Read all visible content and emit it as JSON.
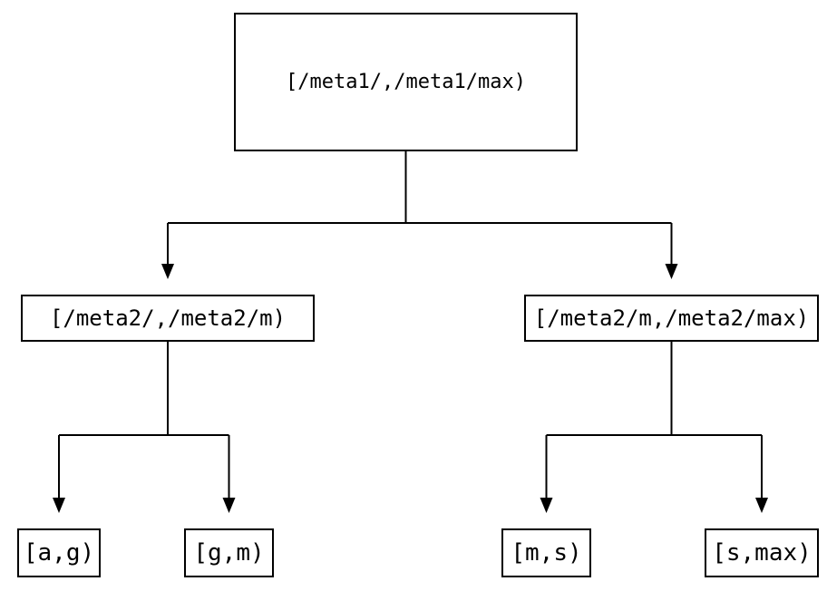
{
  "diagram": {
    "type": "tree",
    "description": "Interval partition tree",
    "colors": {
      "background": "#ffffff",
      "node_border": "#000000",
      "node_fill": "#ffffff",
      "edge_stroke": "#000000",
      "text": "#000000"
    },
    "nodes": {
      "root": {
        "label": "[/meta1/,/meta1/max)"
      },
      "left": {
        "label": "[/meta2/,/meta2/m)"
      },
      "right": {
        "label": "[/meta2/m,/meta2/max)"
      },
      "leaf_ag": {
        "label": "[a,g)"
      },
      "leaf_gm": {
        "label": "[g,m)"
      },
      "leaf_ms": {
        "label": "[m,s)"
      },
      "leaf_smax": {
        "label": "[s,max)"
      }
    },
    "edges": [
      {
        "from": "root",
        "to": "left",
        "arrow": "down"
      },
      {
        "from": "root",
        "to": "right",
        "arrow": "down"
      },
      {
        "from": "left",
        "to": "leaf_ag",
        "arrow": "down"
      },
      {
        "from": "left",
        "to": "leaf_gm",
        "arrow": "down"
      },
      {
        "from": "right",
        "to": "leaf_ms",
        "arrow": "down"
      },
      {
        "from": "right",
        "to": "leaf_smax",
        "arrow": "down"
      }
    ]
  }
}
